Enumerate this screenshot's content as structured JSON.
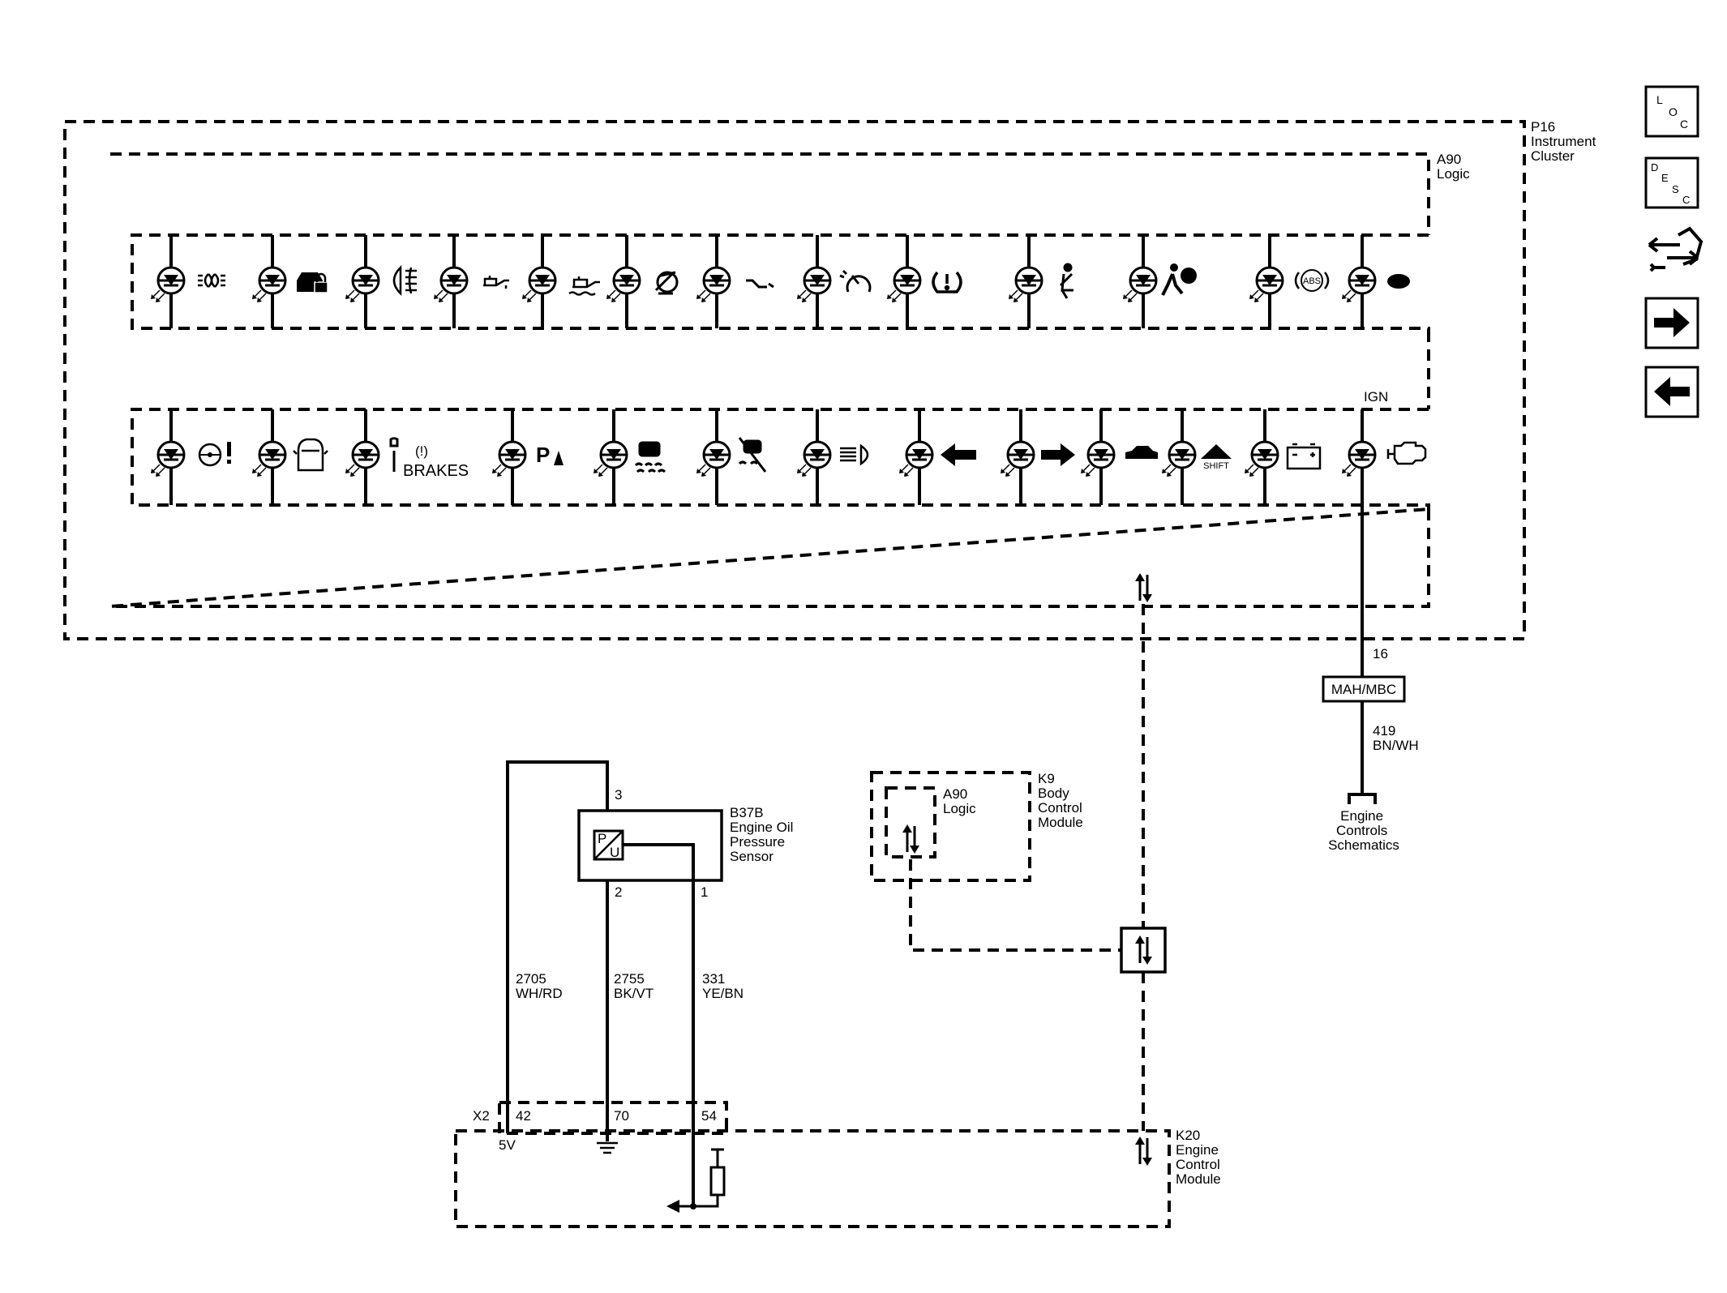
{
  "modules": {
    "p16": [
      "P16",
      "Instrument",
      "Cluster"
    ],
    "a90_cluster": [
      "A90",
      "Logic"
    ],
    "a90_bcm": [
      "A90",
      "Logic"
    ],
    "k9": [
      "K9",
      "Body",
      "Control",
      "Module"
    ],
    "k20": [
      "K20",
      "Engine",
      "Control",
      "Module"
    ],
    "b37b": [
      "B37B",
      "Engine Oil",
      "Pressure",
      "Sensor"
    ],
    "engine_controls": [
      "Engine",
      "Controls",
      "Schematics"
    ]
  },
  "ign_label": "IGN",
  "splice": "MAH/MBC",
  "sensor_pins": {
    "p3": "3",
    "p2": "2",
    "p1": "1",
    "P": "P",
    "U": "U"
  },
  "pin_16": "16",
  "wires": [
    {
      "circuit": "2705",
      "color": "WH/RD"
    },
    {
      "circuit": "2755",
      "color": "BK/VT"
    },
    {
      "circuit": "331",
      "color": "YE/BN"
    },
    {
      "circuit": "419",
      "color": "BN/WH"
    }
  ],
  "connector": {
    "name": "X2",
    "pins": [
      "42",
      "70",
      "54"
    ],
    "supply": "5V"
  },
  "telltale_text": {
    "brakes": "BRAKES",
    "abs": "ABS",
    "shift": "SHIFT",
    "brake_sym": "(!)",
    "park": "P"
  },
  "nav": {
    "loc": [
      "L",
      "O",
      "C"
    ],
    "desc": [
      "D",
      "E",
      "S",
      "C"
    ]
  },
  "icons": {
    "row1": [
      "parking-lamp-icon",
      "security-lock-icon",
      "front-fog-icon",
      "oil-level-icon",
      "low-oil-pressure-icon",
      "electric-park-brake-icon",
      "road-icon",
      "cruise-control-icon",
      "tire-pressure-icon",
      "seatbelt-icon",
      "airbag-icon",
      "abs-icon",
      "oval-indicator-icon"
    ],
    "row2": [
      "steering-warning-icon",
      "door-ajar-icon",
      "service-brakes-icon",
      "park-assist-icon",
      "traction-control-icon",
      "traction-off-icon",
      "high-beam-icon",
      "left-turn-icon",
      "right-turn-icon",
      "vehicle-ahead-icon",
      "shift-icon",
      "battery-icon",
      "check-engine-icon"
    ]
  }
}
